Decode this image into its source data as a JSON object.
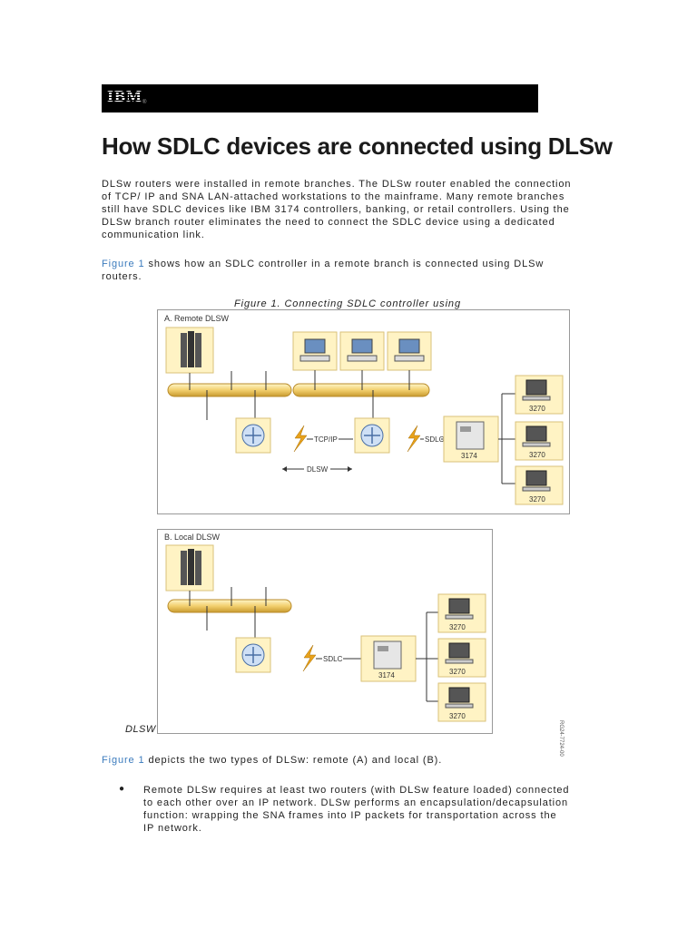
{
  "header": {
    "logo_text": "IBM",
    "reg_mark": "®"
  },
  "title": "How SDLC devices are connected using DLSw",
  "intro_lines": [
    "DLSw routers were installed in remote branches. The DLSw router enabled the connection",
    "of TCP/ IP and SNA LAN-attached workstations to the mainframe. Many remote branches",
    "still have SDLC devices like IBM 3174 controllers, banking, or retail controllers. Using the",
    "DLSw branch router eliminates the need to connect the SDLC device using a dedicated",
    "communication link."
  ],
  "figure_ref": {
    "link_text": "Figure 1",
    "text_line1": " shows how an SDLC controller in a remote branch is connected using DLSw",
    "text_line2": "routers."
  },
  "figure_caption": "Figure 1. Connecting SDLC controller using",
  "diagram_a": {
    "label": "A. Remote DLSW",
    "tcpip": "TCP/IP",
    "sdlc": "SDLC",
    "dlsw": "DLSW",
    "controller": "3174",
    "terminals": [
      "3270",
      "3270",
      "3270"
    ]
  },
  "diagram_b": {
    "label": "B. Local DLSW",
    "sdlc": "SDLC",
    "controller": "3174",
    "terminals": [
      "3270",
      "3270",
      "3270"
    ]
  },
  "side_label": "DLSW",
  "vertical_id": "RG24-7724-00",
  "figure_ref2": {
    "link_text": "Figure 1",
    "text": " depicts the two types of DLSw: remote (A) and local (B)."
  },
  "bullet": {
    "marker": "●",
    "lines": [
      "Remote DLSw requires at least two routers (with DLSw feature loaded) connected",
      "to each other over an IP network. DLSw performs an encapsulation/decapsulation",
      "function: wrapping the SNA frames into IP packets for transportation across the",
      "IP network."
    ]
  }
}
